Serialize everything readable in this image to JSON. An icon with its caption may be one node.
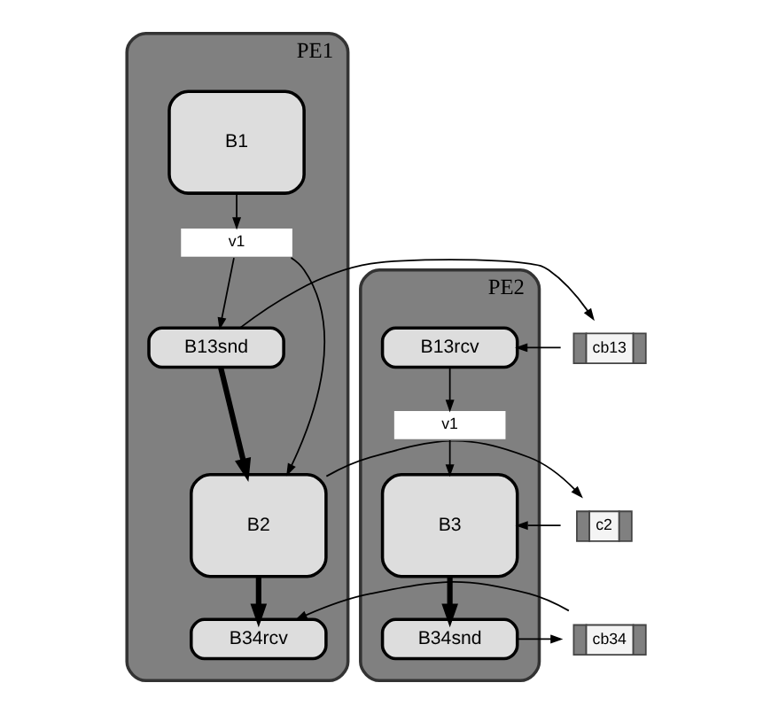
{
  "diagram": {
    "nodes": [
      {
        "text": [
          "PE1"
        ]
      },
      {
        "text": [
          "B1"
        ],
        "in": 0
      },
      {
        "text": [
          "v1"
        ],
        "in": 0
      },
      {
        "text": [
          "B13snd"
        ],
        "in": 0
      },
      {
        "text": [
          "B2"
        ],
        "in": 0
      },
      {
        "text": [
          "B34rcv"
        ],
        "in": 0
      },
      {
        "text": [
          "PE2"
        ]
      },
      {
        "text": [
          "B13rcv"
        ],
        "in": 6
      },
      {
        "text": [
          "v1"
        ],
        "in": 6
      },
      {
        "text": [
          "B3"
        ],
        "in": 6
      },
      {
        "text": [
          "B34snd"
        ],
        "in": 6
      },
      {
        "text": [
          "cb13"
        ]
      },
      {
        "text": [
          "c2"
        ]
      },
      {
        "text": [
          "cb34"
        ]
      }
    ],
    "edges": [
      {
        "from": 1,
        "to": 2,
        "arrow": "to"
      },
      {
        "from": 2,
        "to": 3,
        "arrow": "to"
      },
      {
        "from": 2,
        "to": 4,
        "arrow": "to"
      },
      {
        "from": 3,
        "to": 4,
        "arrow": "to",
        "style": "thick"
      },
      {
        "from": 4,
        "to": 5,
        "arrow": "to",
        "style": "thick"
      },
      {
        "from": 3,
        "to": 11,
        "arrow": "to"
      },
      {
        "from": 11,
        "to": 7,
        "arrow": "to"
      },
      {
        "from": 7,
        "to": 8,
        "arrow": "to"
      },
      {
        "from": 8,
        "to": 9,
        "arrow": "to"
      },
      {
        "from": 4,
        "to": 12,
        "arrow": "to"
      },
      {
        "from": 12,
        "to": 9,
        "arrow": "to"
      },
      {
        "from": 9,
        "to": 10,
        "arrow": "to",
        "style": "thick"
      },
      {
        "from": 10,
        "to": 13,
        "arrow": "to"
      },
      {
        "from": 13,
        "to": 5,
        "arrow": "to"
      }
    ]
  }
}
